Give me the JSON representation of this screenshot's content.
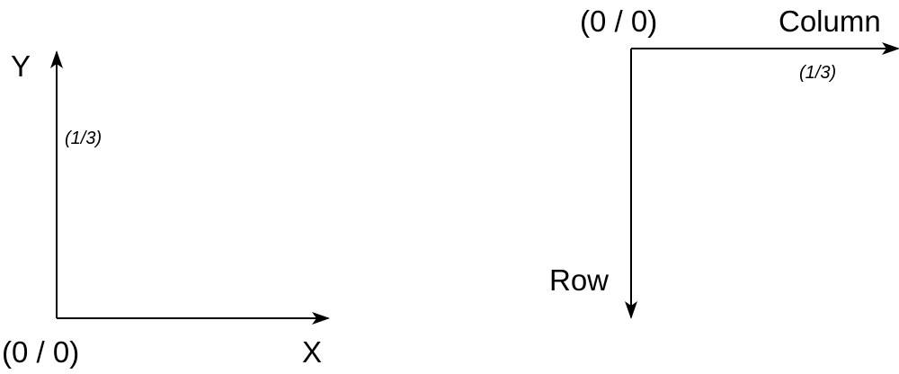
{
  "left_system": {
    "y_axis_label": "Y",
    "x_axis_label": "X",
    "origin_label": "(0 / 0)",
    "point_label": "(1/3)"
  },
  "right_system": {
    "origin_label": "(0 / 0)",
    "column_axis_label": "Column",
    "row_axis_label": "Row",
    "point_label": "(1/3)"
  }
}
